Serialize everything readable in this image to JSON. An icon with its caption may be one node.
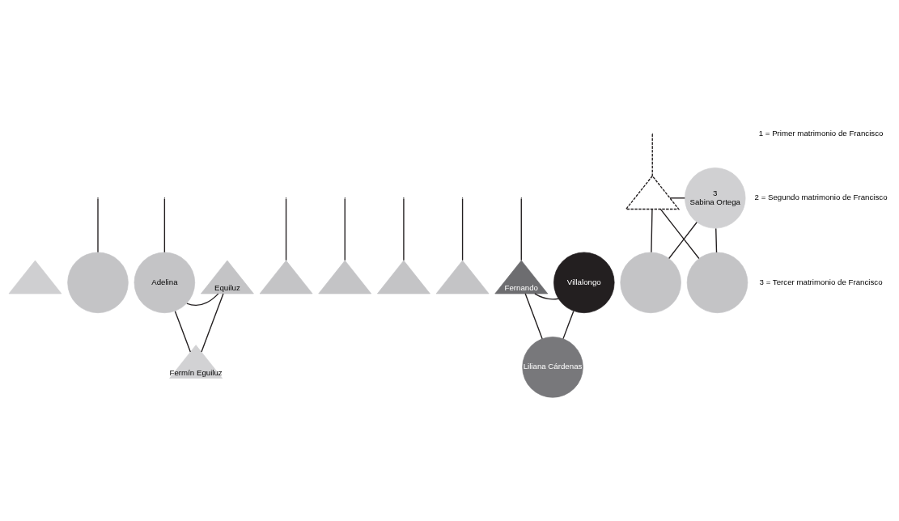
{
  "diagram": {
    "nodes": [
      {
        "text": [],
        "shape": "triangle"
      },
      {
        "text": [],
        "shape": "circle"
      },
      {
        "text": [
          "Adelina"
        ]
      },
      {
        "text": [
          "Equiluz"
        ]
      },
      {
        "text": [
          "Fermín Eguiluz"
        ]
      },
      {
        "text": [],
        "shape": "triangle"
      },
      {
        "text": [],
        "shape": "triangle"
      },
      {
        "text": [],
        "shape": "triangle"
      },
      {
        "text": [],
        "shape": "triangle"
      },
      {
        "text": [
          "Fernando"
        ]
      },
      {
        "text": [
          "Villalongo"
        ]
      },
      {
        "text": [
          "Liliana Cárdenas"
        ]
      },
      {
        "text": [],
        "shape": "triangle"
      },
      {
        "text": [
          "3",
          "Sabina Ortega"
        ]
      },
      {
        "text": [],
        "shape": "circle"
      },
      {
        "text": [],
        "shape": "circle"
      }
    ],
    "edges": [
      {
        "from": null,
        "to": 12,
        "arrow": "none",
        "style": "dashed"
      },
      {
        "from": null,
        "to": 1,
        "arrow": "none"
      },
      {
        "from": null,
        "to": 2,
        "arrow": "none"
      },
      {
        "from": null,
        "to": 5,
        "arrow": "none"
      },
      {
        "from": null,
        "to": 6,
        "arrow": "none"
      },
      {
        "from": null,
        "to": 7,
        "arrow": "none"
      },
      {
        "from": null,
        "to": 8,
        "arrow": "none"
      },
      {
        "from": null,
        "to": 9,
        "arrow": "none"
      },
      {
        "from": 12,
        "to": 13,
        "arrow": "none"
      },
      {
        "from": 12,
        "to": 14,
        "arrow": "none"
      },
      {
        "from": 12,
        "to": 15,
        "arrow": "none"
      },
      {
        "from": 13,
        "to": 14,
        "arrow": "none"
      },
      {
        "from": 13,
        "to": 15,
        "arrow": "none"
      },
      {
        "from": 2,
        "to": 3,
        "arrow": "none"
      },
      {
        "from": 2,
        "to": 4,
        "arrow": "none"
      },
      {
        "from": 3,
        "to": 4,
        "arrow": "none"
      },
      {
        "from": 9,
        "to": 10,
        "arrow": "none"
      },
      {
        "from": 9,
        "to": 11,
        "arrow": "none"
      },
      {
        "from": 10,
        "to": 11,
        "arrow": "none"
      }
    ],
    "labels": [
      "1 = Primer matrimonio de Francisco",
      "2 = Segundo matrimonio de Francisco",
      "3 = Tercer matrimonio de Francisco"
    ]
  }
}
